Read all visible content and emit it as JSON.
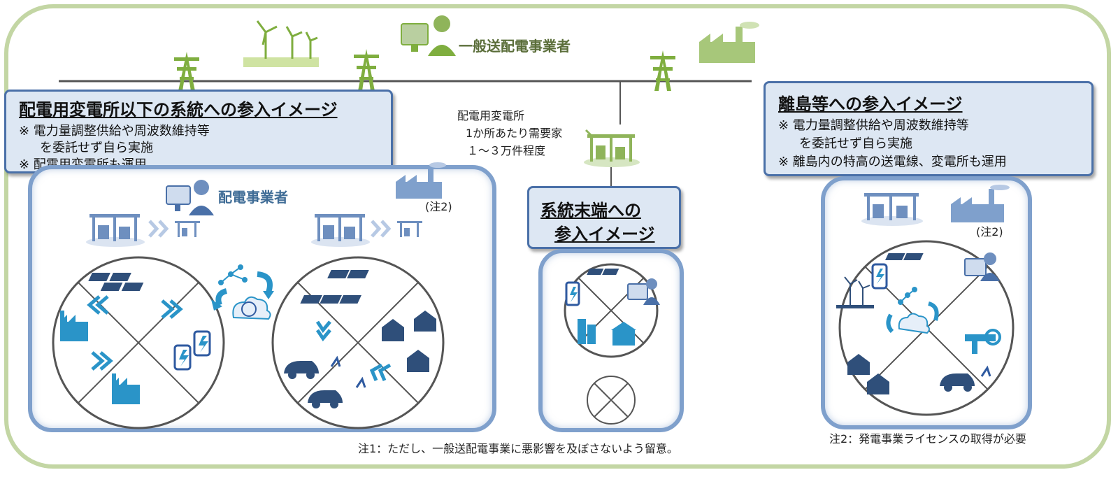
{
  "header": {
    "operator_label": "一般送配電事業者"
  },
  "callouts": {
    "distribution": {
      "title": "配電用変電所以下の系統への参入イメージ",
      "line1": "※ 電力量調整供給や周波数維持等",
      "line2": "を委託せず自ら実施",
      "line3": "※ 配電用変電所も運用"
    },
    "terminal": {
      "title_line1": "系統末端への",
      "title_line2": "参入イメージ"
    },
    "island": {
      "title": "離島等への参入イメージ",
      "line1": "※ 電力量調整供給や周波数維持等",
      "line2": "を委託せず自ら実施",
      "line3": "※ 離島内の特高の送電線、変電所も運用"
    }
  },
  "substation_note": {
    "line1": "配電用変電所",
    "line2": "1か所あたり需要家",
    "line3": "１～３万件程度"
  },
  "distribution_operator_label": "配電事業者",
  "note_marks": {
    "left": "(注2)",
    "right": "(注2)"
  },
  "footnotes": {
    "note1": "注1：ただし、一般送配電事業に悪影響を及ぼさないよう留意。",
    "note2": "注2：発電事業ライセンスの取得が必要"
  },
  "colors": {
    "frame_green": "#c3d6a4",
    "icon_green": "#7fae3f",
    "region_blue": "#7fa0cc",
    "icon_blue": "#2a94c8",
    "callout_fill": "#dde7f3"
  }
}
